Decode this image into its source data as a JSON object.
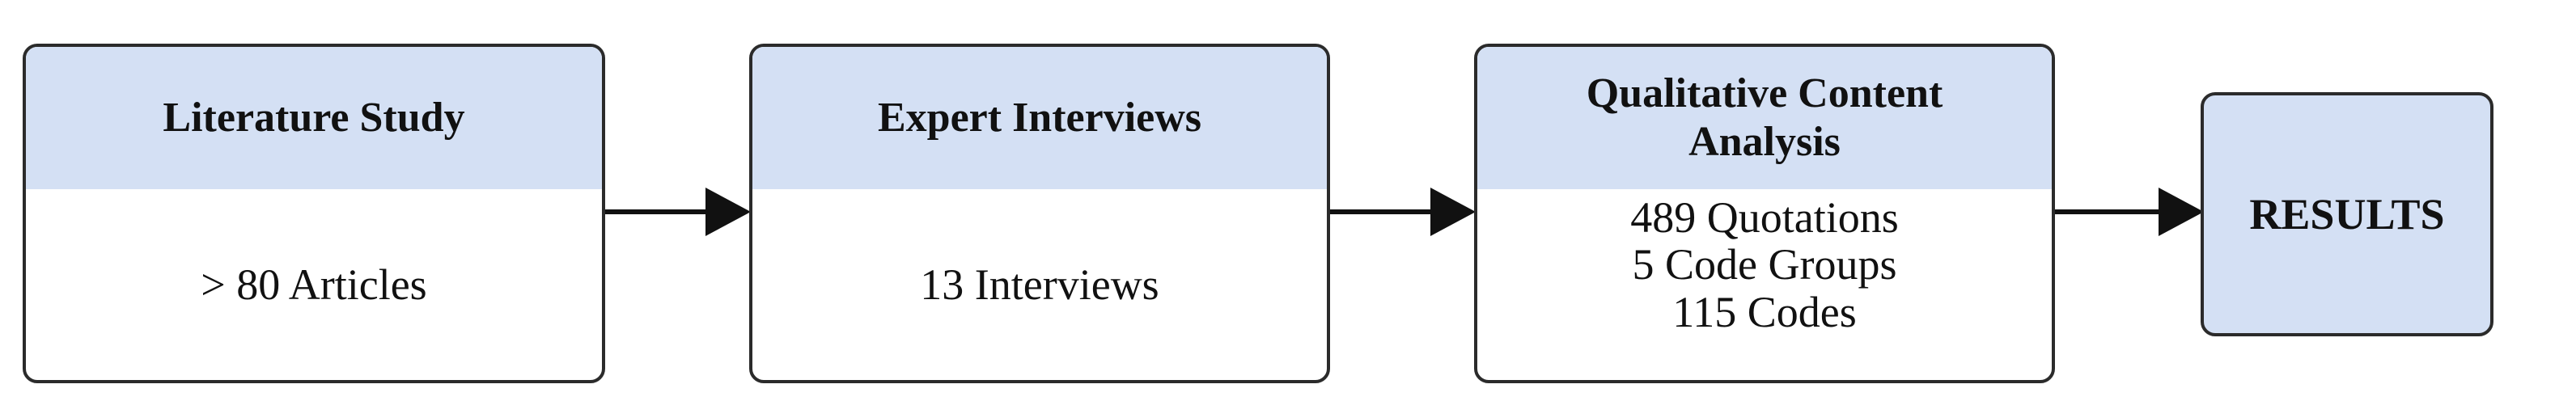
{
  "steps": [
    {
      "title": "Literature Study",
      "lines": [
        "> 80 Articles"
      ]
    },
    {
      "title": "Expert Interviews",
      "lines": [
        "13 Interviews"
      ]
    },
    {
      "title_lines": [
        "Qualitative Content",
        "Analysis"
      ],
      "lines": [
        "489 Quotations",
        "5 Code Groups",
        "115 Codes"
      ]
    }
  ],
  "result": {
    "label": "RESULTS"
  },
  "colors": {
    "header_fill": "#d4e0f4",
    "border": "#2b2b2b",
    "arrow": "#111111"
  }
}
